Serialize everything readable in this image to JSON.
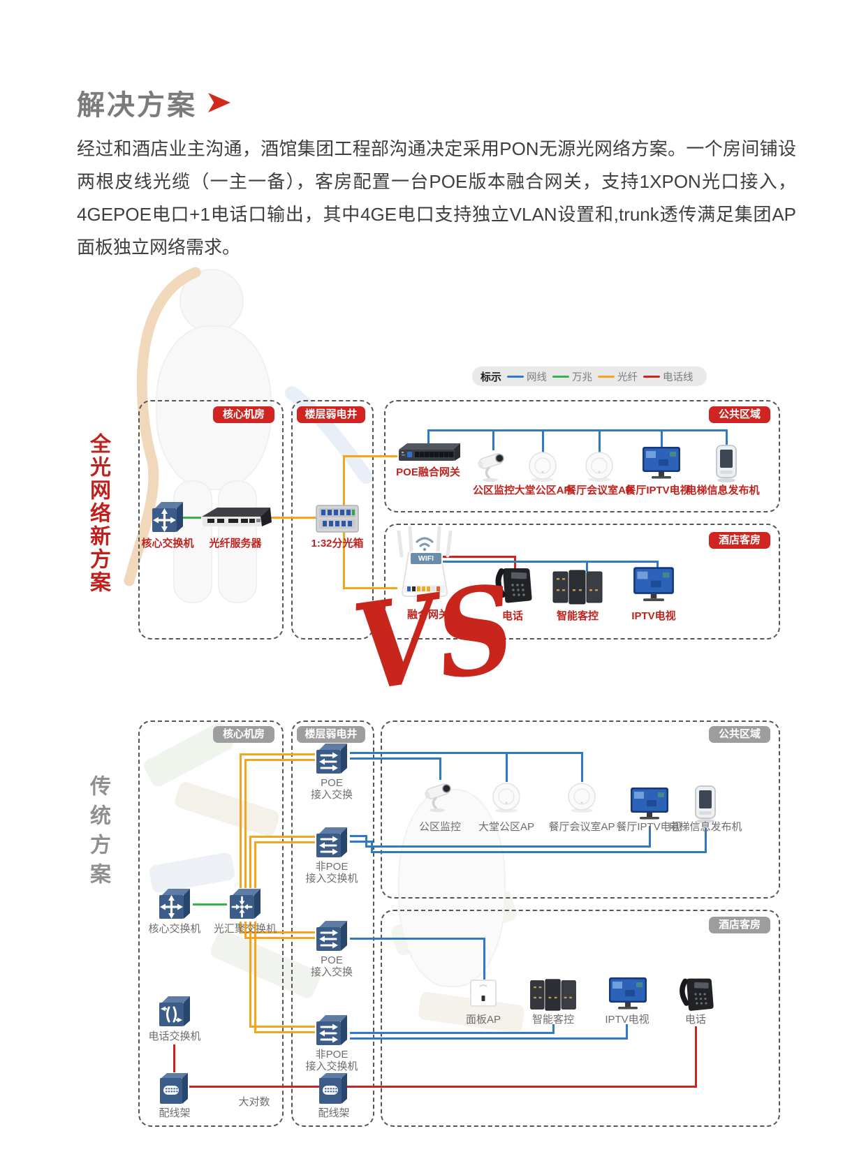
{
  "page": {
    "title": "解决方案",
    "paragraph": "经过和酒店业主沟通，酒馆集团工程部沟通决定采用PON无源光网络方案。一个房间铺设两根皮线光缆（一主一备），客房配置一台POE版本融合网关，支持1XPON光口接入，4GEPOE电口+1电话口输出，其中4GE电口支持独立VLAN设置和,trunk透传满足集团AP面板独立网络需求。"
  },
  "legend": {
    "title": "标示",
    "items": [
      {
        "label": "网线",
        "color": "#2f79c9"
      },
      {
        "label": "万兆",
        "color": "#35b24a"
      },
      {
        "label": "光纤",
        "color": "#f7a41b"
      },
      {
        "label": "电话线",
        "color": "#cd2420"
      }
    ]
  },
  "solution_new": {
    "side_label": "全光网络新方案",
    "badges": {
      "core_room": "核心机房",
      "riser": "楼层弱电井",
      "public_area": "公共区域",
      "guest_room": "酒店客房"
    },
    "core_room": {
      "core_switch": "核心交换机",
      "fiber_server": "光纤服务器"
    },
    "riser": {
      "splitter": "1:32分光箱"
    },
    "public_area": {
      "poe_gateway": "POE融合网关",
      "cctv": "公区监控",
      "lobby_ap": "大堂公区AP",
      "meeting_ap": "餐厅会议室AP",
      "restaurant_iptv": "餐厅IPTV电视",
      "elevator_kiosk": "电梯信息发布机"
    },
    "guest_room": {
      "gateway": "融合网关",
      "wifi_badge": "WIFI",
      "phone": "电话",
      "room_control": "智能客控",
      "iptv": "IPTV电视"
    }
  },
  "vs_label": "VS",
  "solution_traditional": {
    "side_label": "传统方案",
    "badges": {
      "core_room": "核心机房",
      "riser": "楼层弱电井",
      "public_area": "公共区域",
      "guest_room": "酒店客房"
    },
    "core_room": {
      "core_switch": "核心交换机",
      "agg_switch": "光汇聚交换机",
      "phone_switch": "电话交换机",
      "patch_panel": "配线架",
      "trunk_label": "大对数"
    },
    "riser": {
      "poe_switch_1": "POE\n接入交换",
      "non_poe_switch_1": "非POE\n接入交换机",
      "poe_switch_2": "POE\n接入交换",
      "non_poe_switch_2": "非POE\n接入交换机",
      "patch_panel": "配线架"
    },
    "public_area": {
      "cctv": "公区监控",
      "lobby_ap": "大堂公区AP",
      "meeting_ap": "餐厅会议室AP",
      "restaurant_iptv": "餐厅IPTV电视",
      "elevator_kiosk": "电梯信息发布机"
    },
    "guest_room": {
      "panel_ap": "面板AP",
      "room_control": "智能客控",
      "iptv": "IPTV电视",
      "phone": "电话"
    }
  },
  "colors": {
    "accent_red": "#cf241f",
    "badge_gray": "#9d9d9d",
    "line_blue": "#2f79c9",
    "line_green": "#35b24a",
    "line_orange": "#f7a41b",
    "line_red": "#cd2420"
  }
}
